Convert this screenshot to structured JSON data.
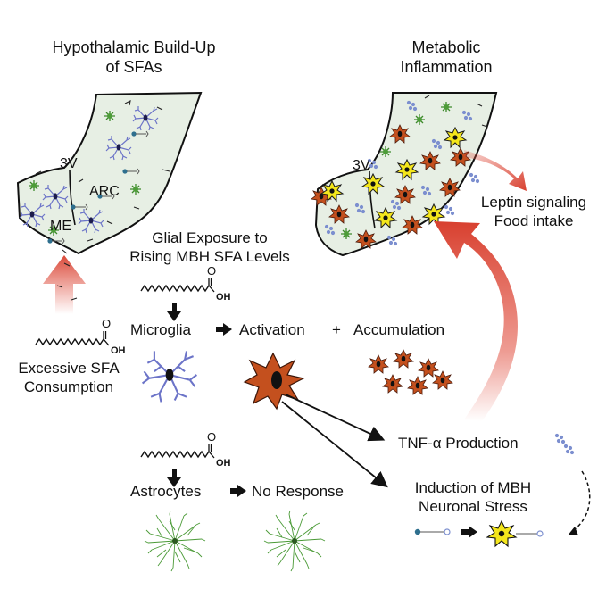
{
  "titles": {
    "left": [
      "Hypothalamic Build-Up",
      "of SFAs"
    ],
    "right": [
      "Metabolic",
      "Inflammation"
    ]
  },
  "region_labels": {
    "third_ventricle": "3V",
    "arcuate": "ARC",
    "median_eminence": "ME"
  },
  "glial_exposure": [
    "Glial Exposure to",
    "Rising MBH SFA Levels"
  ],
  "excessive_sfa": [
    "Excessive SFA",
    "Consumption"
  ],
  "leptin": [
    "Leptin signaling",
    "Food intake"
  ],
  "microglia_row": {
    "cell": "Microglia",
    "response": "Activation",
    "plus": "+",
    "result": "Accumulation"
  },
  "astrocyte_row": {
    "cell": "Astrocytes",
    "response": "No Response"
  },
  "outcomes": {
    "tnf": "TNF-α Production",
    "stress": [
      "Induction of MBH",
      "Neuronal Stress"
    ]
  },
  "fatty_acid": {
    "carbonyl_o": "O",
    "hydroxyl": "OH"
  },
  "colors": {
    "tissue_fill": "#e7efe4",
    "microglia_resting": "#3a3ab0",
    "microglia_activated": "#c4501e",
    "astrocyte": "#3e8a2c",
    "neuronal_stress": "#f4e61c",
    "tnf_dots": "#7c8fcf",
    "big_arrow": "#e04a3a"
  }
}
